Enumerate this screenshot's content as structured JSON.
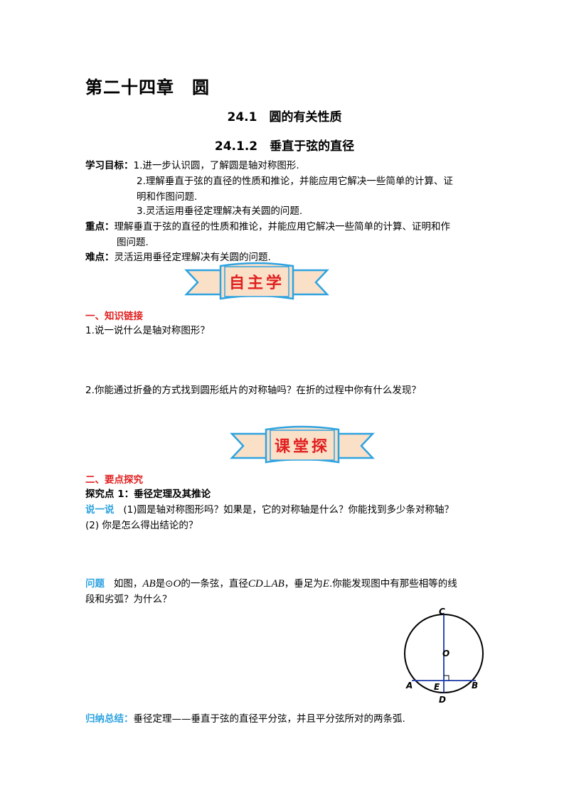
{
  "chapter_title": "第二十四章　圆",
  "section_title": "24.1　圆的有关性质",
  "subsection_title": "24.1.2　垂直于弦的直径",
  "goals": {
    "label": "学习目标：",
    "item1": "1.进一步认识圆，了解圆是轴对称图形.",
    "item2a": "2.理解垂直于弦的直径的性质和推论，并能应用它解决一些简单的计算、证",
    "item2b": "明和作图问题.",
    "item3": "3.灵活运用垂径定理解决有关圆的问题."
  },
  "key_points": {
    "label": "重点：",
    "line1": "理解垂直于弦的直径的性质和推论，并能应用它解决一些简单的计算、证明和作",
    "line2": "图问题."
  },
  "difficulty": {
    "label": "难点：",
    "text": "灵活运用垂径定理解决有关圆的问题."
  },
  "banner1": {
    "text": "自主学",
    "color": "#e02020"
  },
  "banner2": {
    "text": "课堂探",
    "color": "#e02020"
  },
  "part1": {
    "heading": "一、知识链接",
    "q1": "1.说一说什么是轴对称图形？",
    "q2": "2.你能通过折叠的方式找到圆形纸片的对称轴吗？在折的过程中你有什么发现？"
  },
  "part2": {
    "heading": "二、要点探究",
    "point1": "探究点 1：垂径定理及其推论",
    "say_label": "说一说",
    "say_q1": "(1)圆是轴对称图形吗？如果是，它的对称轴是什么？你能找到多少条对称轴？",
    "say_q2": "(2)  你是怎么得出结论的？",
    "problem_label": "问题",
    "problem_p1": "如图，",
    "problem_ab": "AB",
    "problem_p2": "是⊙",
    "problem_o": "O",
    "problem_p3": "的一条弦，直径",
    "problem_cd": "CD",
    "problem_p4": "⊥",
    "problem_ab2": "AB",
    "problem_p5": "，垂足为",
    "problem_e": "E",
    "problem_p6": ".你能发现图中有那些相等的线",
    "problem_line2": "段和劣弧？为什么？",
    "summary_label": "归纳总结：",
    "summary_text": "垂径定理——垂直于弦的直径平分弦，并且平分弦所对的两条弧."
  },
  "figure": {
    "label_c": "C",
    "label_o": "O",
    "label_a": "A",
    "label_e": "E",
    "label_b": "B",
    "label_d": "D"
  },
  "colors": {
    "accent_red": "#e02020",
    "accent_blue": "#2ea3e0",
    "banner_fill": "#fbe0c8",
    "banner_stroke": "#2ea3e0"
  }
}
